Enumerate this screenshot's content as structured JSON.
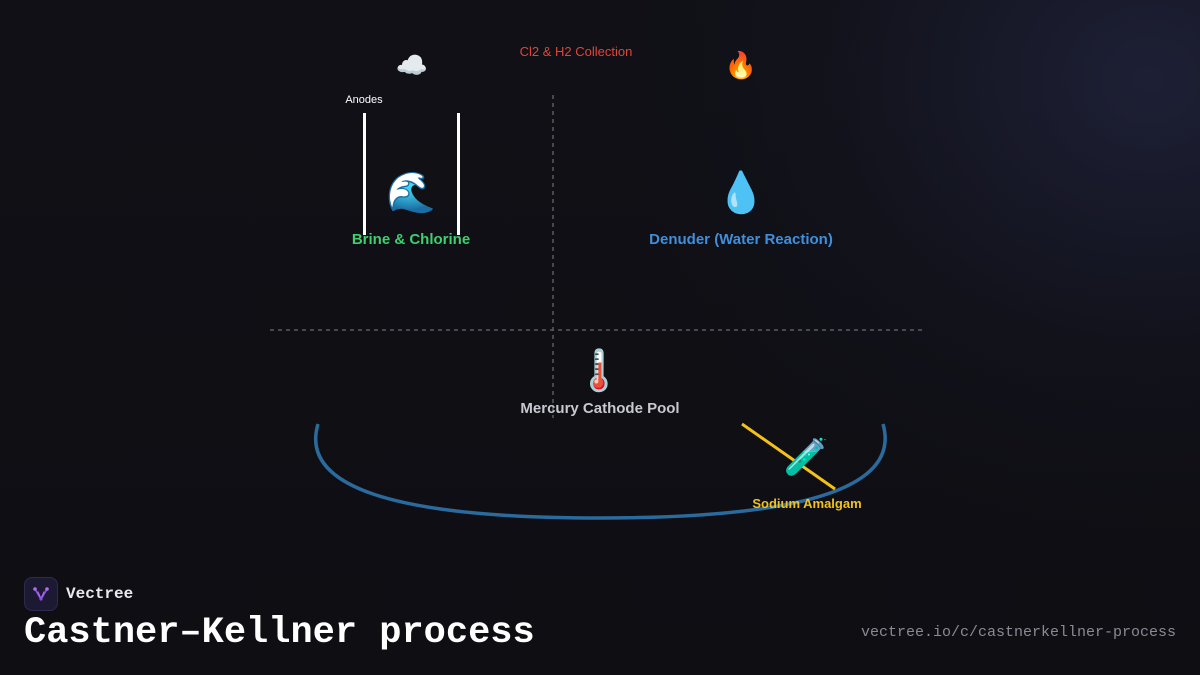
{
  "diagram": {
    "collection_label": "Cl2 & H2 Collection",
    "anodes_label": "Anodes",
    "brine_label": "Brine & Chlorine",
    "denuder_label": "Denuder (Water Reaction)",
    "mercury_label": "Mercury Cathode Pool",
    "amalgam_label": "Sodium Amalgam",
    "icons": {
      "cloud": "☁️",
      "fire": "🔥",
      "wave": "🌊",
      "droplet": "💧",
      "thermometer": "🌡️",
      "test_tube": "🧪"
    },
    "colors": {
      "collection": "#e0453a",
      "brine": "#3ecf6e",
      "denuder": "#3f8fdc",
      "mercury": "#c8c8d0",
      "amalgam": "#f2c21b",
      "pool_outline": "#2a6a9c"
    }
  },
  "footer": {
    "brand_name": "Vectree",
    "title": "Castner–Kellner process",
    "url": "vectree.io/c/castnerkellner-process"
  }
}
